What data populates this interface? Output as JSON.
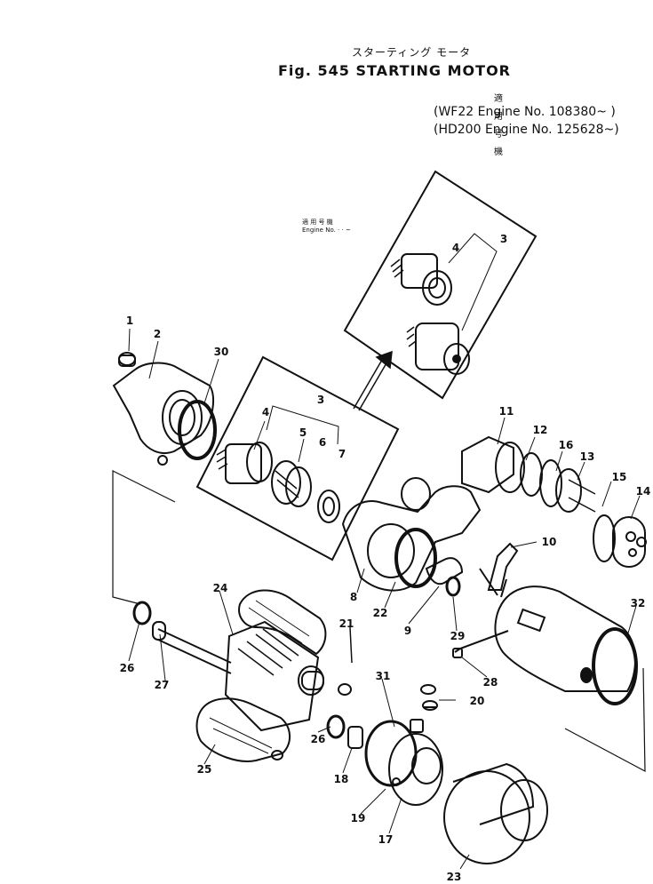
{
  "title": {
    "japanese": "スターティング モータ",
    "figure": "Fig. 545   STARTING MOTOR"
  },
  "applicability": {
    "header": "適 用 号 機",
    "lines": [
      "(WF22 Engine No. 108380~ )",
      "(HD200 Engine No. 125628~)"
    ]
  },
  "inset_note": {
    "line1": "適 用 号 機",
    "line2": "Engine No. · · ~"
  },
  "part_numbers": [
    "1",
    "2",
    "3",
    "3",
    "4",
    "4",
    "5",
    "6",
    "7",
    "8",
    "9",
    "10",
    "11",
    "12",
    "13",
    "14",
    "15",
    "16",
    "17",
    "18",
    "19",
    "20",
    "21",
    "22",
    "23",
    "24",
    "25",
    "26",
    "26",
    "27",
    "28",
    "29",
    "30",
    "31",
    "32"
  ]
}
